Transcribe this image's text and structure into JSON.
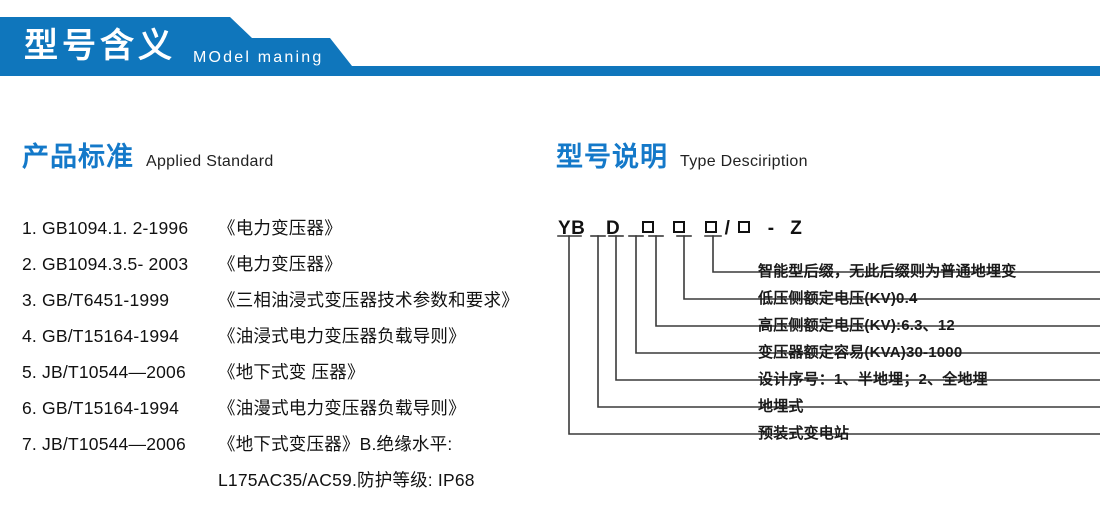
{
  "banner": {
    "title": "型号含义",
    "subtitle": "MOdel maning",
    "color": "#0f76bc"
  },
  "sections": {
    "standard": {
      "cn": "产品标准",
      "en": "Applied Standard"
    },
    "type": {
      "cn": "型号说明",
      "en": "Type Desciription"
    }
  },
  "standards": [
    {
      "code": "1. GB1094.1. 2-1996",
      "name": "《电力变压器》"
    },
    {
      "code": "2. GB1094.3.5- 2003",
      "name": "《电力变压器》"
    },
    {
      "code": "3. GB/T6451-1999",
      "name": "《三相油浸式变压器技术参数和要求》"
    },
    {
      "code": "4. GB/T15164-1994",
      "name": "《油浸式电力变压器负载导则》"
    },
    {
      "code": "5. JB/T10544—2006",
      "name": "《地下式变 压器》"
    },
    {
      "code": "6. GB/T15164-1994",
      "name": "《油漫式电力变压器负载导则》"
    },
    {
      "code": "7. JB/T10544—2006",
      "name": "《地下式变压器》B.绝缘水平:"
    },
    {
      "code": "",
      "name": "L175AC35/AC59.防护等级: IP68",
      "continuation": true
    }
  ],
  "type_code": {
    "segments": [
      {
        "text": "YB",
        "kind": "letters"
      },
      {
        "text": "D",
        "kind": "letters"
      },
      {
        "text": "",
        "kind": "box"
      },
      {
        "text": "",
        "kind": "box"
      },
      {
        "text": "",
        "kind": "box"
      },
      {
        "text": "/",
        "kind": "sep"
      },
      {
        "text": "",
        "kind": "box"
      },
      {
        "text": "-",
        "kind": "sep"
      },
      {
        "text": "Z",
        "kind": "letters"
      }
    ],
    "full": "YB D □□□/□ - Z"
  },
  "descriptions": [
    "智能型后缀，无此后缀则为普通地埋变",
    "低压侧额定电压(KV)0.4",
    "高压侧额定电压(KV):6.3、12",
    "变压器额定容易(KVA)30-1000",
    "设计序号：1、半地埋；2、全地埋",
    "地埋式",
    "预装式变电站"
  ],
  "colors": {
    "banner_blue": "#0f76bc",
    "heading_blue": "#1479c9",
    "text_dark": "#111111",
    "line": "#3a3a3a"
  }
}
